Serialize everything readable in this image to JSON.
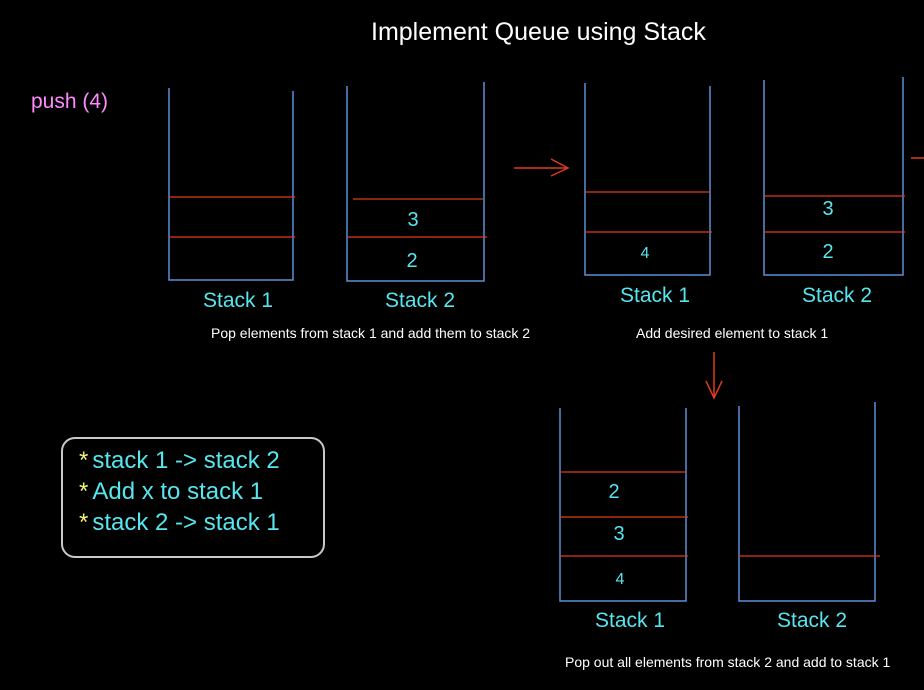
{
  "title": "Implement Queue using Stack",
  "operation": "push (4)",
  "panels": [
    {
      "caption": "Pop elements from stack 1 and add them to stack 2",
      "stacks": [
        {
          "label": "Stack 1",
          "items": []
        },
        {
          "label": "Stack 2",
          "items": [
            "3",
            "2"
          ]
        }
      ]
    },
    {
      "caption": "Add desired element to stack 1",
      "stacks": [
        {
          "label": "Stack 1",
          "items": [
            "4"
          ]
        },
        {
          "label": "Stack 2",
          "items": [
            "3",
            "2"
          ]
        }
      ]
    },
    {
      "caption": "Pop out all elements from stack 2 and add to stack 1",
      "stacks": [
        {
          "label": "Stack 1",
          "items": [
            "2",
            "3",
            "4"
          ]
        },
        {
          "label": "Stack 2",
          "items": []
        }
      ]
    }
  ],
  "steps": [
    "stack 1 -> stack 2",
    "Add x to stack 1",
    "stack 2 -> stack 1"
  ],
  "colors": {
    "background": "#000000",
    "stack_outline": "#5b8fd6",
    "divider": "#e03a1e",
    "arrow": "#e03a1e",
    "text_cyan": "#55e6ee",
    "operation": "#ff8aff",
    "bullet": "#f2f27a"
  }
}
